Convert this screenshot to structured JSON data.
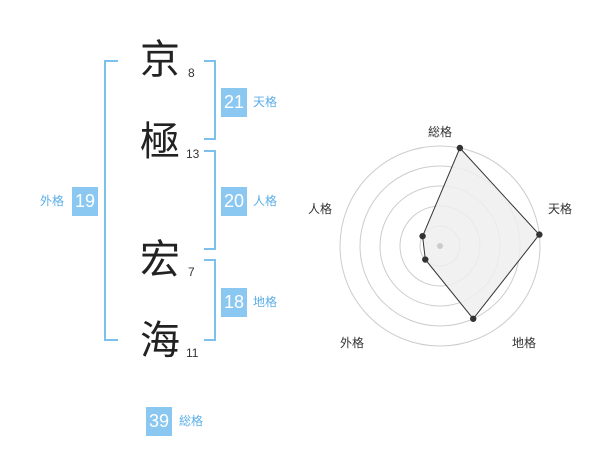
{
  "name": {
    "chars": [
      {
        "char": "京",
        "strokes": "8"
      },
      {
        "char": "極",
        "strokes": "13"
      },
      {
        "char": "宏",
        "strokes": "7"
      },
      {
        "char": "海",
        "strokes": "11"
      }
    ]
  },
  "kakusu": {
    "tenkaku": {
      "label": "天格",
      "value": "21"
    },
    "jinkaku": {
      "label": "人格",
      "value": "20"
    },
    "chikaku": {
      "label": "地格",
      "value": "18"
    },
    "gaikaku": {
      "label": "外格",
      "value": "19"
    },
    "soukaku": {
      "label": "総格",
      "value": "39"
    }
  },
  "chart_data": {
    "type": "radar",
    "axes": [
      "総格",
      "天格",
      "地格",
      "外格",
      "人格"
    ],
    "rings": 5,
    "max": 5,
    "values": [
      5,
      5,
      4,
      1,
      1
    ],
    "fill": "#eeeeee",
    "stroke": "#333333",
    "point_color": "#333333",
    "grid_color": "#cccccc"
  },
  "colors": {
    "accent": "#8ac8f2",
    "accent_text": "#5aaee8"
  }
}
